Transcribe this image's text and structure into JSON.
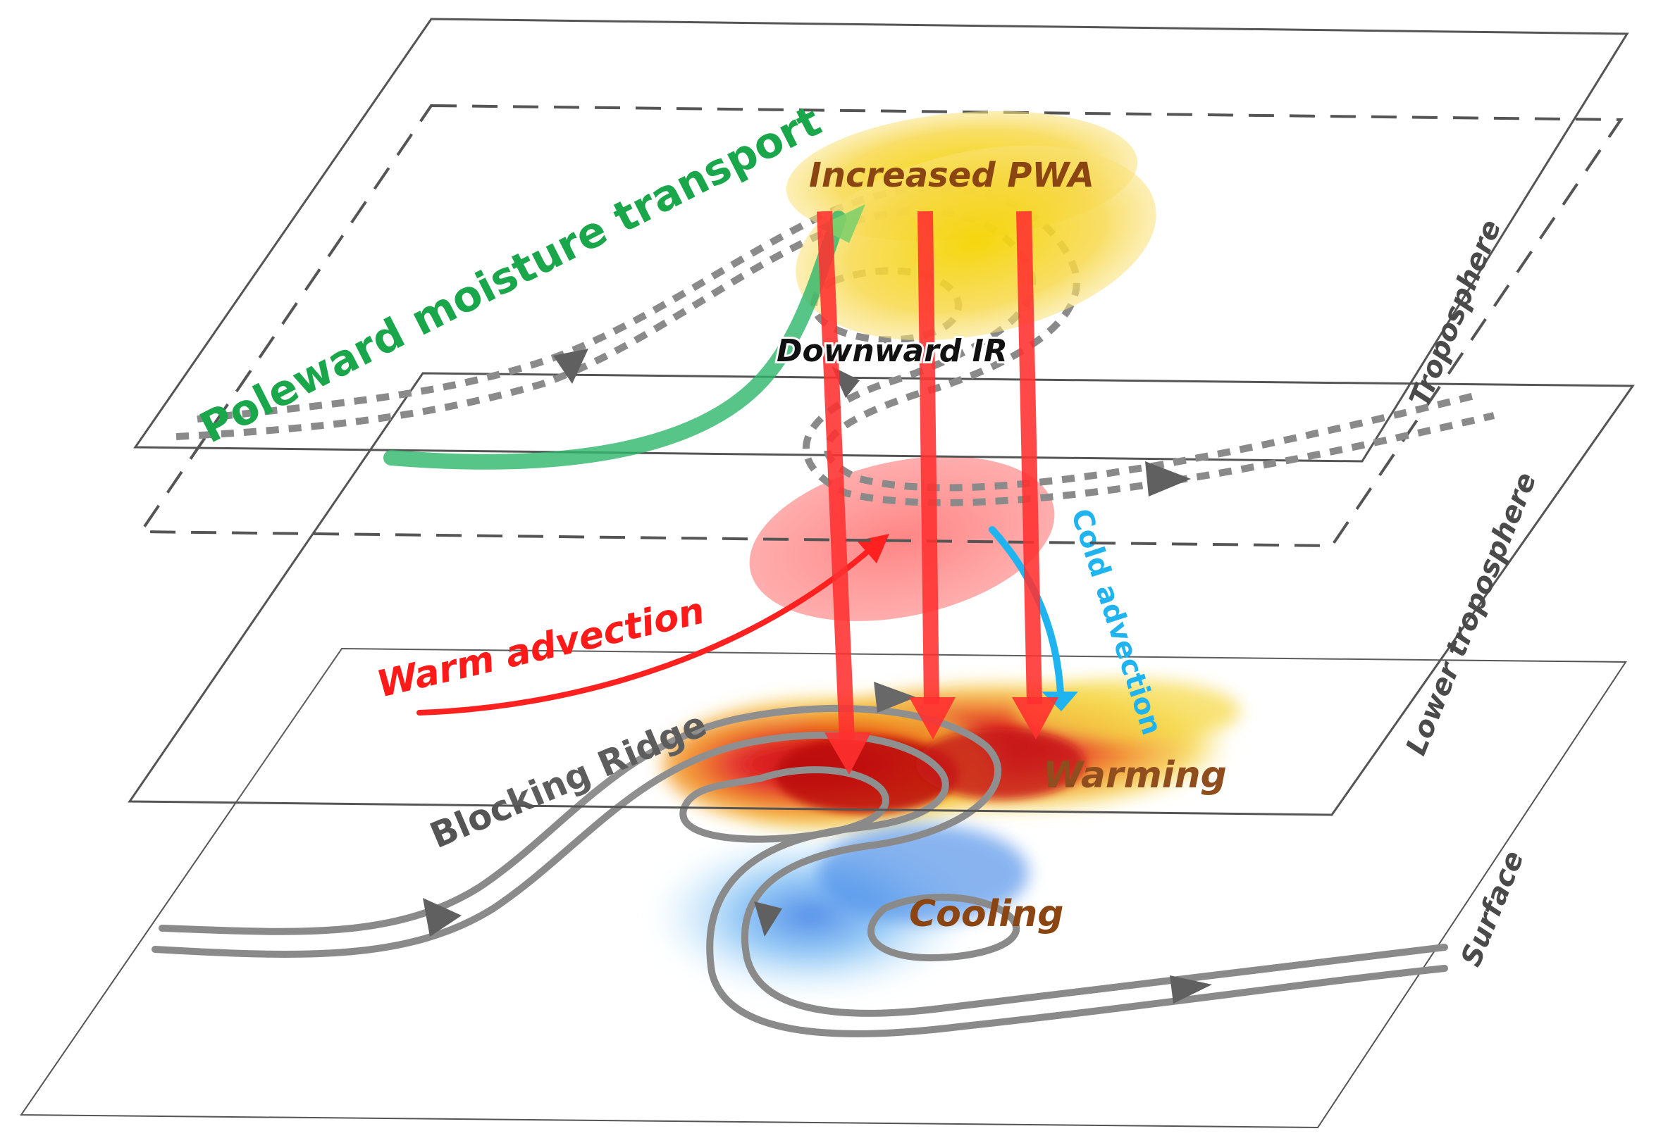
{
  "labels": {
    "increased_pwa": "Increased PWA",
    "poleward_moisture_transport": "Poleward moisture transport",
    "downward_ir": "Downward IR",
    "warm_advection": "Warm advection",
    "cold_advection": "Cold advection",
    "blocking_ridge": "Blocking Ridge",
    "warming": "Warming",
    "cooling": "Cooling",
    "troposphere": "Troposphere",
    "lower_troposphere": "Lower troposphere",
    "surface": "Surface"
  },
  "colors": {
    "plane_edge": "#555555",
    "dashed_flow": "#8a8a8a",
    "moisture_green": "#2db56a",
    "moisture_text": "#1aa64a",
    "pwa_yellow": "#f7d21e",
    "pwa_text": "#8b4513",
    "warm_red": "#ff2020",
    "ir_arrow_red": "#ff3030",
    "cold_blue": "#1fb4f0",
    "warming_red": "#d21010",
    "cooling_blue": "#5aa8f0",
    "flow_grey": "#8a8a8a",
    "arrowhead_grey": "#606060",
    "layer_text": "#4a4a4a"
  }
}
